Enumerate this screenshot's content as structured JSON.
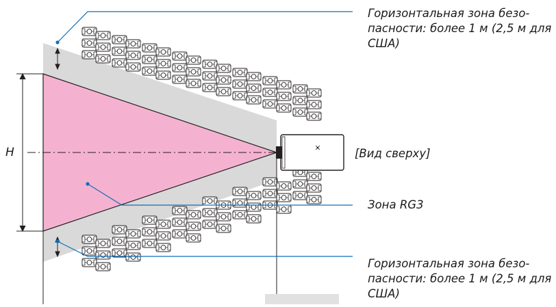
{
  "labels": {
    "zone_top": [
      "Горизонтальная зона безо-",
      "пасности: более 1 м (2,5 м для",
      "США)"
    ],
    "view_label": "[Вид сверху]",
    "rg3_label": "Зона RG3",
    "zone_bottom": [
      "Горизонтальная зона безо-",
      "пасности: более 1 м (2,5 м для",
      "США)"
    ],
    "h_label": "H"
  },
  "icons": {
    "projector": "projector-icon",
    "audience": "audience-seat-icon",
    "arrows": "double-arrow-icon"
  },
  "colors": {
    "rg3_zone": "#f4b2d0",
    "safety_zone": "#d9d9d9",
    "leader_line": "#0f6fb6",
    "outline": "#231f20"
  }
}
